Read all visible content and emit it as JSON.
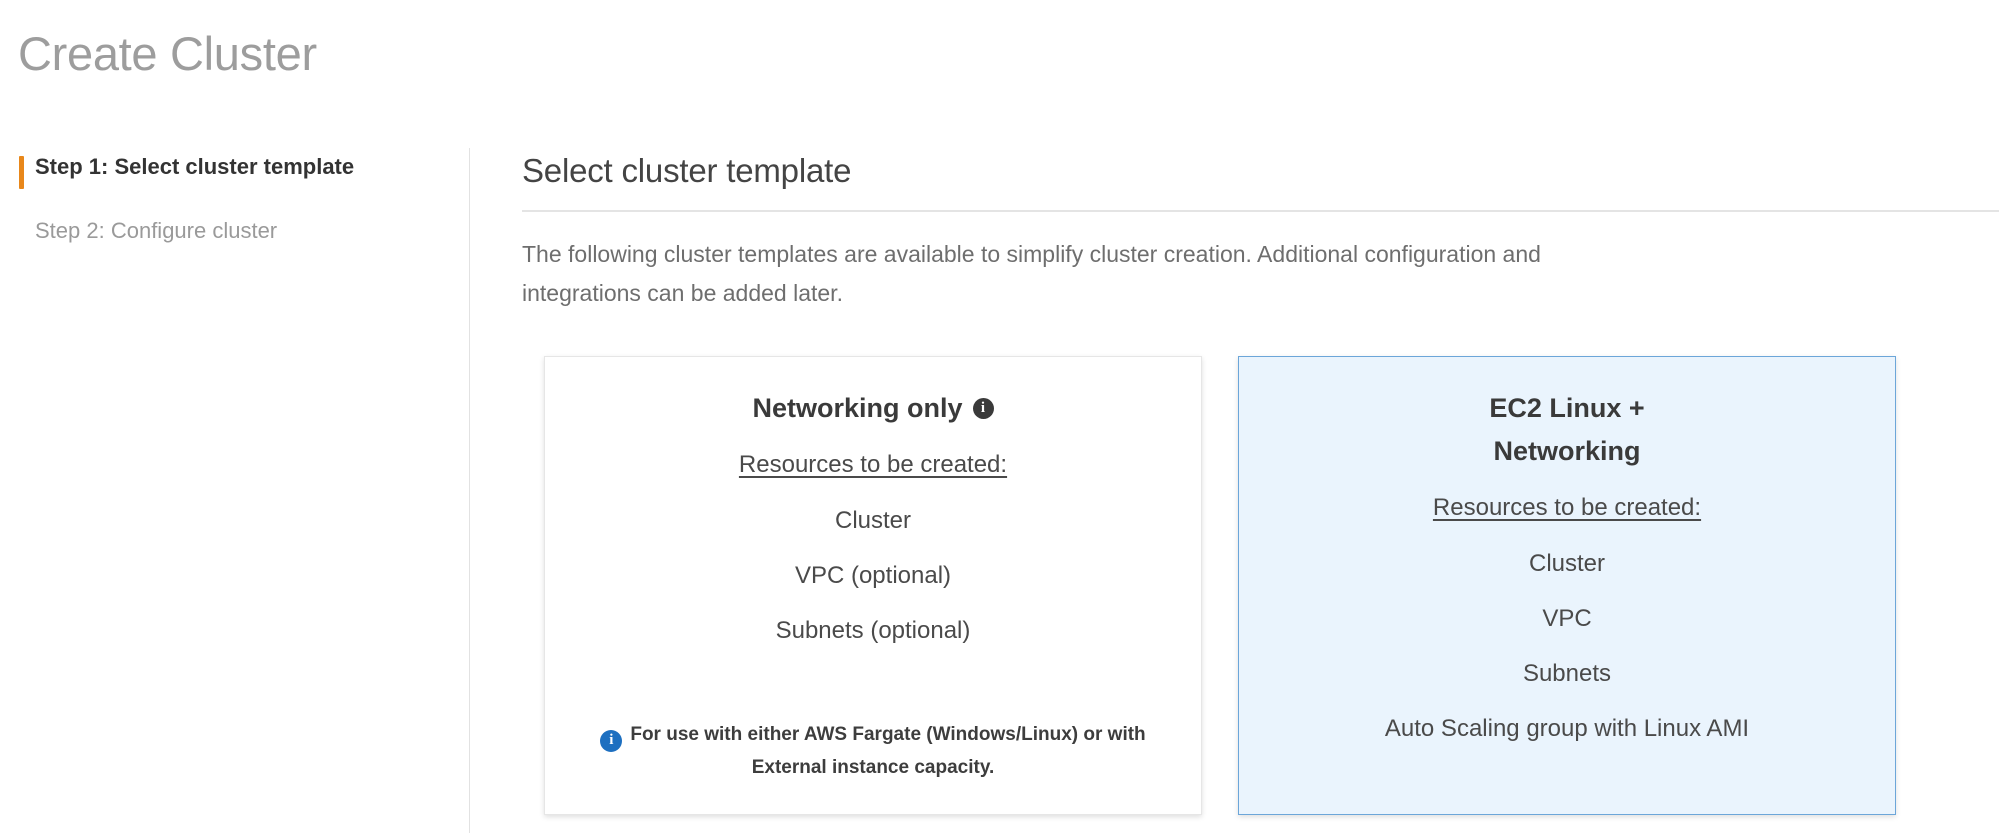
{
  "page": {
    "title": "Create Cluster"
  },
  "wizard": {
    "steps": [
      {
        "label": "Step 1: Select cluster template",
        "active": true
      },
      {
        "label": "Step 2: Configure cluster",
        "active": false
      }
    ]
  },
  "main": {
    "heading": "Select cluster template",
    "description": "The following cluster templates are available to simplify cluster creation. Additional configuration and integrations can be added later.",
    "resources_label": "Resources to be created:"
  },
  "cards": [
    {
      "title": "Networking only",
      "has_info_icon": true,
      "info_icon_name": "info-circle-icon",
      "selected": false,
      "resources_label": "Resources to be created:",
      "resources": [
        "Cluster",
        "VPC (optional)",
        "Subnets (optional)"
      ],
      "note": "For use with either AWS Fargate (Windows/Linux) or with External instance capacity.",
      "note_icon_name": "info-circle-blue-icon"
    },
    {
      "title": "EC2 Linux +\nNetworking",
      "has_info_icon": false,
      "selected": true,
      "resources_label": "Resources to be created:",
      "resources": [
        "Cluster",
        "VPC",
        "Subnets",
        "Auto Scaling group with Linux AMI"
      ],
      "note": "",
      "note_icon_name": ""
    }
  ],
  "colors": {
    "accent_orange": "#e8871a",
    "selected_card_bg": "#eaf4fd",
    "selected_card_border": "#6ca6d9",
    "info_blue": "#1d6fc0",
    "title_gray": "#9d9d9d",
    "body_gray": "#6e6e6e"
  }
}
